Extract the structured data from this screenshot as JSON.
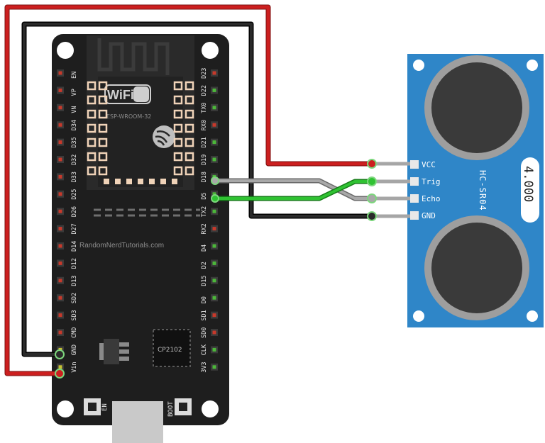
{
  "board": {
    "module": "ESP-WROOM-32",
    "wifi_logo": "WiFi",
    "usb_chip": "CP2102",
    "watermark": "RandomNerdTutorials.com",
    "buttons": {
      "left": "EN",
      "right": "BOOT"
    },
    "left_pins": [
      "EN",
      "VP",
      "VN",
      "D34",
      "D35",
      "D32",
      "D33",
      "D25",
      "D26",
      "D27",
      "D14",
      "D12",
      "D13",
      "SD2",
      "SD3",
      "CMD",
      "GND",
      "Vin"
    ],
    "right_pins": [
      "D23",
      "D22",
      "TX0",
      "RX0",
      "D21",
      "D19",
      "D18",
      "D5",
      "TX2",
      "RX2",
      "D4",
      "D2",
      "D15",
      "D0",
      "SD1",
      "SD0",
      "CLK",
      "3V3"
    ]
  },
  "sensor": {
    "name": "HC-SR04",
    "crystal": "4.000",
    "pins": [
      "VCC",
      "Trig",
      "Echo",
      "GND"
    ]
  },
  "colors": {
    "board": "#1e1e1e",
    "sensor": "#2f86c8",
    "wire_power": "#cc1f1f",
    "wire_ground": "#151515",
    "wire_signal_grey": "#9b9b9b",
    "wire_signal_green": "#27b52a",
    "pad": "#f0d3b8"
  },
  "connections": [
    {
      "from": "Vin",
      "to": "VCC"
    },
    {
      "from": "GND",
      "to": "GND"
    },
    {
      "from": "D18",
      "to": "Echo"
    },
    {
      "from": "D5",
      "to": "Trig"
    }
  ]
}
